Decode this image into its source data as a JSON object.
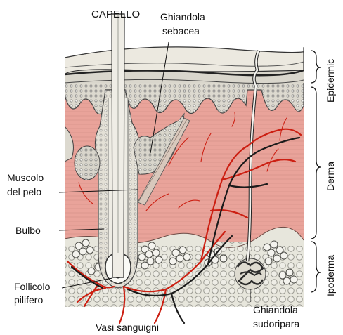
{
  "labels": {
    "hair": "CAPELLO",
    "sebaceous_1": "Ghiandola",
    "sebaceous_2": "sebacea",
    "muscle_1": "Muscolo",
    "muscle_2": "del pelo",
    "bulb": "Bulbo",
    "follicle_1": "Follicolo",
    "follicle_2": "pilifero",
    "vessels": "Vasi sanguigni",
    "sweat_1": "Ghiandola",
    "sweat_2": "sudoripara"
  },
  "layers": {
    "epidermis": "Epidermic",
    "dermis": "Derma",
    "hypodermis": "Ipoderma"
  },
  "colors": {
    "dermis": "#e9a39a",
    "epidermis": "#d9d6cc",
    "fat": "#e4e2d8",
    "vessel": "#cc1f12",
    "line": "#1a1a1a"
  }
}
